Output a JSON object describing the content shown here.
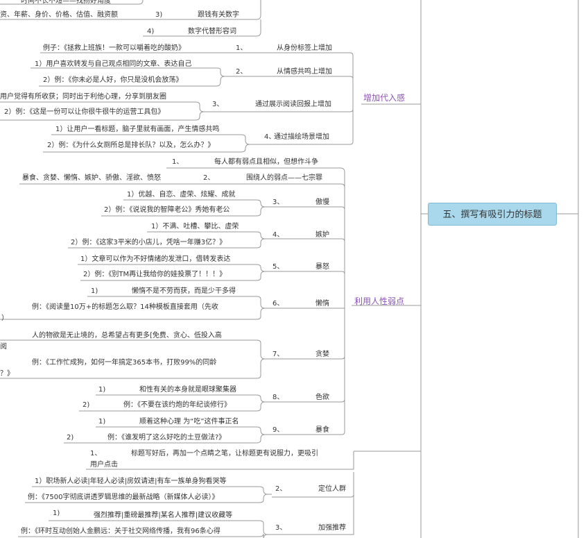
{
  "central": "五、撰写有吸引力的标题",
  "branches": {
    "b1": "增加代入感",
    "b2": "利用人性弱点"
  },
  "nodes": {
    "n0a": "时间不长不短——找扬好角度",
    "n0b": "资、年薪、身价、价格、估值、融资额",
    "n0c": "3)",
    "n0d": "跟钱有关数字",
    "n0e": "4)",
    "n0f": "数字代替形容词",
    "a1n": "1、",
    "a1t": "从身份标签上增加",
    "a1c": "例子：《拯救上班族！一款可以嚼着吃的酸奶》",
    "a2n": "2、",
    "a2t": "从情感共鸣上增加",
    "a2c1": "1）用户喜欢转发与自己观点相同的文章、表达自己",
    "a2c2": "2）例：《你未必是人好，你只是没机会放荡》",
    "a3n": "3、",
    "a3t": "通过展示阅读回报上增加",
    "a3c1": "用户觉得有所收获；同时出于利他心理，分享到朋友圈",
    "a3c2": "2）例：《这是一份可以让你很牛很牛的运营工具包》",
    "a4n": "4、",
    "a4t": "通过描绘场景增加",
    "a4c1": "1）让用户一看标题，脑子里就有画面，产生情感共鸣",
    "a4c2": "2）例：《为什么女厕所总是排长队？以及，怎么办？》",
    "w1n": "1、",
    "w1t": "每人都有弱点且相似，但想作斗争",
    "w2n": "2、",
    "w2t": "围绕人的弱点——七宗罪",
    "w2c": "暴食、贪婪、懒惰、嫉妒、骄傲、淫欲、愤怒",
    "w3n": "3、",
    "w3t": "傲慢",
    "w3c1": "1）优越、自恋、虚荣、炫耀、成就",
    "w3c2": "2）例：《说说我的智障老公》秀她有老公",
    "w4n": "4、",
    "w4t": "嫉妒",
    "w4c1": "1）不满、吐槽、攀比、虚荣",
    "w4c2": "2）例：《这家3平米的小店儿，凭啥一年赚3亿？》",
    "w5n": "5、",
    "w5t": "暴怒",
    "w5c1": "1）文章可以作为不好情绪的发泄口，借转发表达",
    "w5c2": "2）例：《别TM再让我给你的娃投票了！！！》",
    "w6n": "6、",
    "w6t": "懒惰",
    "w6c1n": "1)",
    "w6c1": "懒惰不是不劳而获，而是少干多得",
    "w6c2a": "例：《阅读量10万+的标题怎么取？14种模板直接套用（先收",
    "w6c2b": "）",
    "w7n": "7、",
    "w7t": "贪婪",
    "w7c1a": "人的物欲是无止境的，总希望占有更多[免费、贪心、低投入高",
    "w7c1b": "阅",
    "w7c2a": "例：《工作忙成狗，如何一年搞定365本书，打败99%的同龄",
    "w7c2b": "？》",
    "w8n": "8、",
    "w8t": "色欲",
    "w8c1n": "1)",
    "w8c1": "和性有关的本身就是眼球聚集器",
    "w8c2n": "2)",
    "w8c2": "例：《不要在该约炮的年纪谈修行》",
    "w9n": "9、",
    "w9t": "暴食",
    "w9c1n": "1)",
    "w9c1": "顺着这种心理 为“吃”这件事正名",
    "w9c2n": "2)",
    "w9c2": "例：《谁发明了这么好吃的土豆做法?》",
    "p1n": "1、",
    "p1a": "标题写好后，再加一个点睛之笔，让标题更有说服力，更吸引",
    "p1b": "用户点击",
    "p2n": "2、",
    "p2t": "定位人群",
    "p2c1": "1）职场新人必读|年轻人必读|房奴请进|有车一族单身狗看哭等",
    "p2c2": "例：《7500字彻底讲透罗辑思维的最新战略（新媒体人必读）》",
    "p3n": "3、",
    "p3t": "加强推荐",
    "p3c1n": "1)",
    "p3c1": "强烈推荐|重磅最推荐|某名人推荐|建议收藏等",
    "p3c2": "例：《环时互动创始人金鹏远：关于社交网络传播，我有96条心得"
  }
}
